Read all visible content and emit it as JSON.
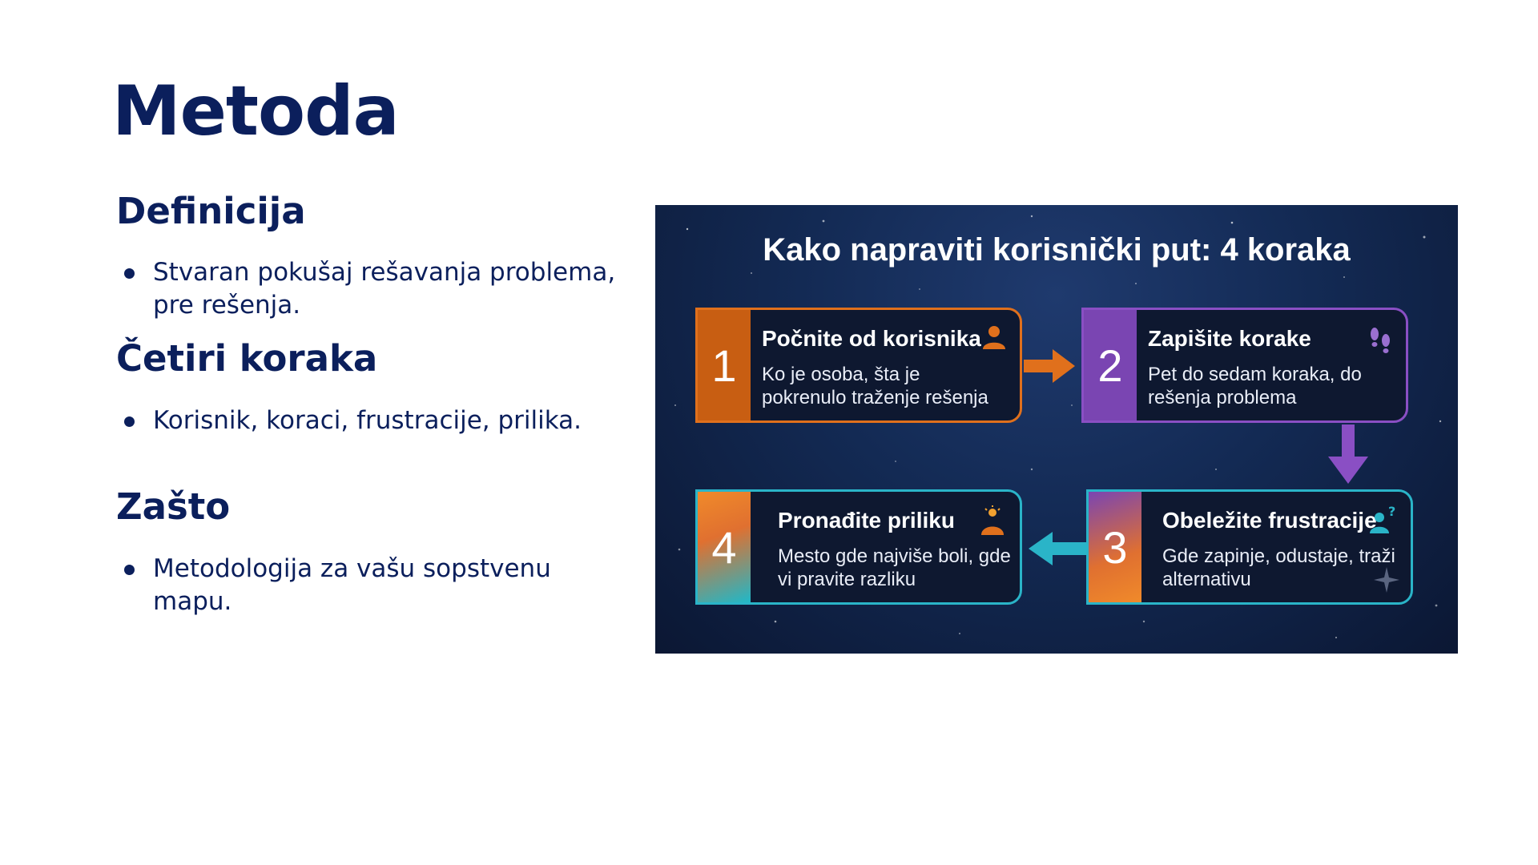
{
  "page": {
    "title": "Metoda",
    "sections": [
      {
        "heading": "Definicija",
        "bullets": [
          "Stvaran pokušaj rešavanja problema, pre rešenja."
        ]
      },
      {
        "heading": "Četiri koraka",
        "bullets": [
          "Korisnik, koraci, frustracije, prilika."
        ]
      },
      {
        "heading": "Zašto",
        "bullets": [
          "Metodologija za vašu sopstvenu mapu."
        ]
      }
    ]
  },
  "infographic": {
    "title": "Kako napraviti korisnički put: 4 koraka",
    "steps": [
      {
        "number": "1",
        "title": "Počnite od korisnika",
        "desc": "Ko je osoba, šta je pokrenulo traženje rešenja",
        "icon": "person-icon",
        "color": "#e0701c"
      },
      {
        "number": "2",
        "title": "Zapišite korake",
        "desc": "Pet do sedam koraka, do rešenja problema",
        "icon": "footsteps-icon",
        "color": "#8a4fc4"
      },
      {
        "number": "3",
        "title": "Obeležite frustracije",
        "desc": "Gde zapinje, odustaje, traži alternativu",
        "icon": "question-person-icon",
        "color": "#2ab4c8"
      },
      {
        "number": "4",
        "title": "Pronađite priliku",
        "desc": "Mesto gde najviše boli, gde vi pravite razliku",
        "icon": "lightbulb-person-icon",
        "color": "#20b8c8"
      }
    ]
  }
}
